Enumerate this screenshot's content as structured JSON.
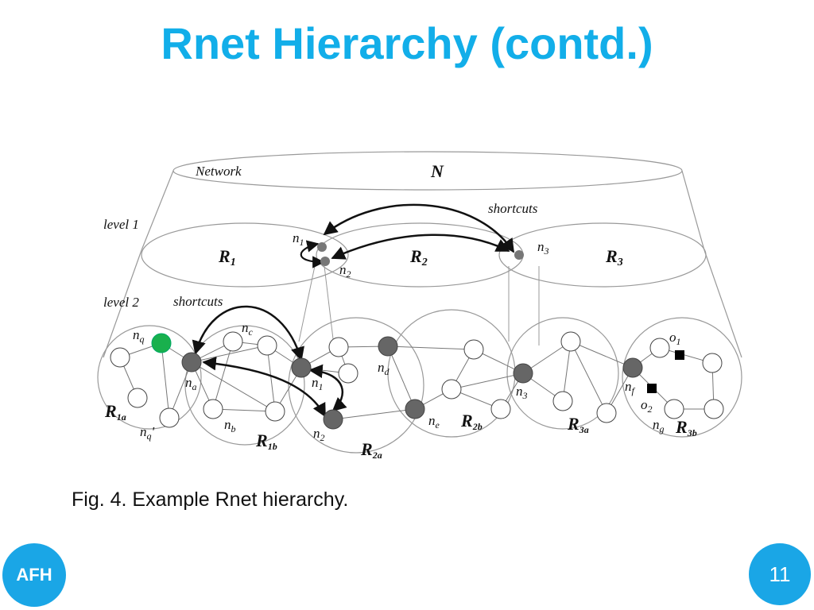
{
  "slide": {
    "title": "Rnet Hierarchy (contd.)",
    "caption": "Fig. 4. Example Rnet hierarchy.",
    "badge_left": "AFH",
    "page_number": "11",
    "accent_color": "#12aee9"
  },
  "diagram": {
    "network_label": "Network",
    "network_bold": "N",
    "level1_label": "level 1",
    "level2_label": "level 2",
    "shortcuts_label": "shortcuts",
    "regions_level1": [
      {
        "main": "R",
        "sub": "1"
      },
      {
        "main": "R",
        "sub": "2"
      },
      {
        "main": "R",
        "sub": "3"
      }
    ],
    "regions_level2": [
      {
        "main": "R",
        "sub": "1a"
      },
      {
        "main": "R",
        "sub": "1b"
      },
      {
        "main": "R",
        "sub": "2a"
      },
      {
        "main": "R",
        "sub": "2b"
      },
      {
        "main": "R",
        "sub": "3a"
      },
      {
        "main": "R",
        "sub": "3b"
      }
    ],
    "node_labels": [
      {
        "main": "n",
        "sub": "1"
      },
      {
        "main": "n",
        "sub": "2"
      },
      {
        "main": "n",
        "sub": "3"
      },
      {
        "main": "n",
        "sub": "q"
      },
      {
        "main": "n",
        "sub": "c"
      },
      {
        "main": "n",
        "sub": "a"
      },
      {
        "main": "n",
        "sub": "b"
      },
      {
        "main": "n",
        "sub": "q",
        "suffix": "'"
      },
      {
        "main": "n",
        "sub": "1"
      },
      {
        "main": "n",
        "sub": "2"
      },
      {
        "main": "n",
        "sub": "d"
      },
      {
        "main": "n",
        "sub": "e"
      },
      {
        "main": "n",
        "sub": "3"
      },
      {
        "main": "n",
        "sub": "f"
      },
      {
        "main": "n",
        "sub": "g"
      },
      {
        "main": "o",
        "sub": "1"
      },
      {
        "main": "o",
        "sub": "2"
      }
    ]
  }
}
